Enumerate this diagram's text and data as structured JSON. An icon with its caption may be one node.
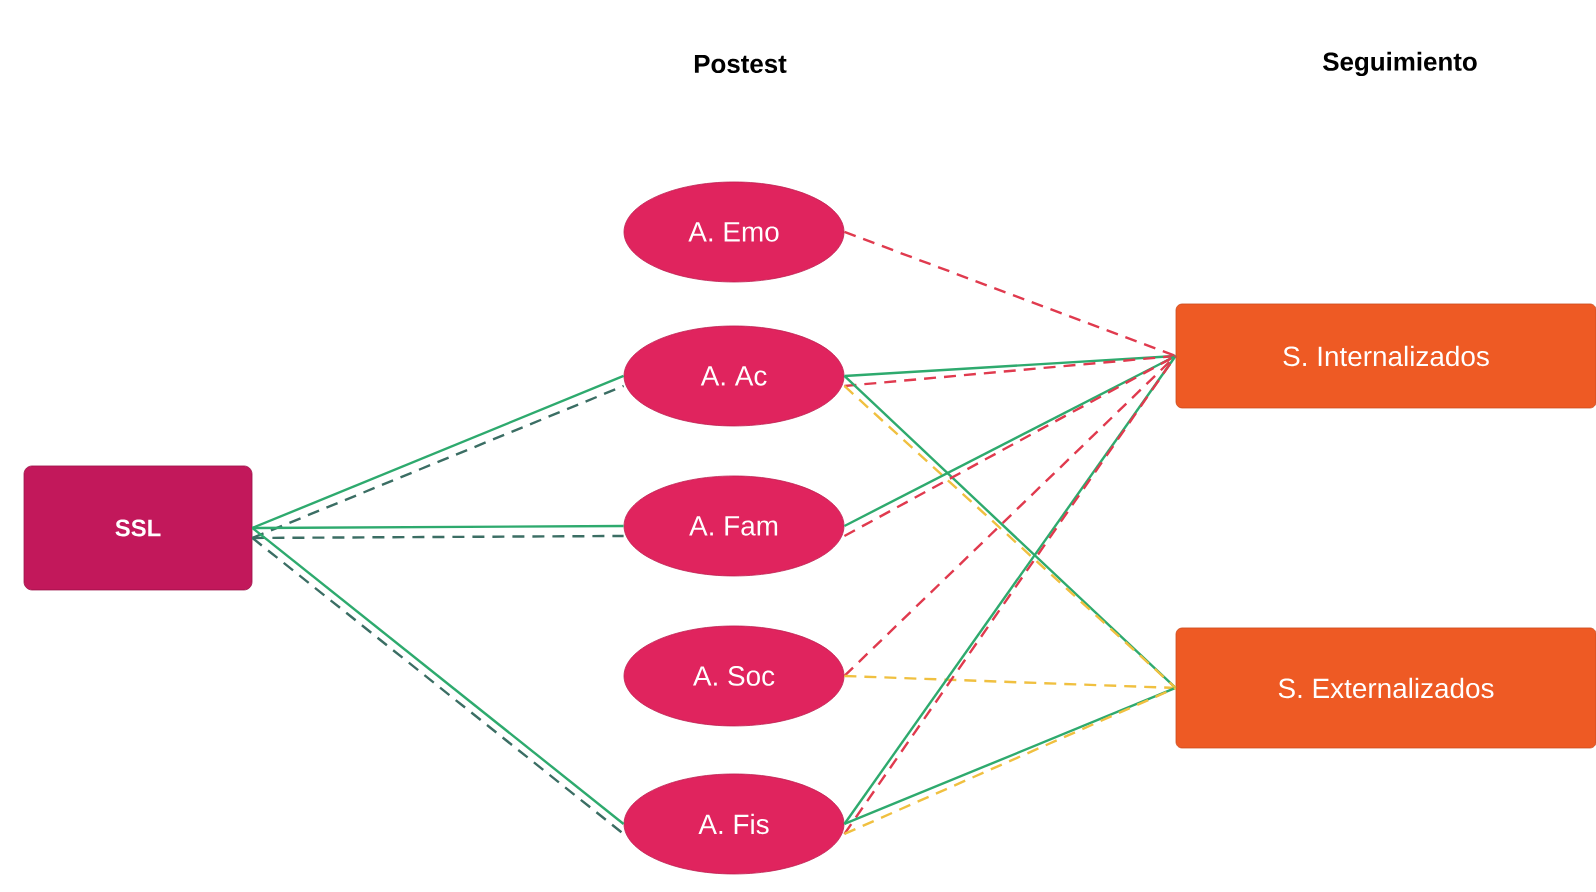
{
  "diagram": {
    "nodes": [
      {
        "text": [
          "SSL"
        ]
      },
      {
        "text": [
          "A. Emo"
        ]
      },
      {
        "text": [
          "A. Ac"
        ]
      },
      {
        "text": [
          "A. Fam"
        ]
      },
      {
        "text": [
          "A. Soc"
        ]
      },
      {
        "text": [
          "A. Fis"
        ]
      },
      {
        "text": [
          "S. Internalizados"
        ]
      },
      {
        "text": [
          "S. Externalizados"
        ]
      }
    ],
    "edges": [
      {
        "from": 0,
        "to": 2,
        "arrow": "none"
      },
      {
        "from": 0,
        "to": 2,
        "arrow": "none",
        "style": "dashed",
        "color": "#3b6e64"
      },
      {
        "from": 0,
        "to": 3,
        "arrow": "none"
      },
      {
        "from": 0,
        "to": 3,
        "arrow": "none",
        "style": "dashed",
        "color": "#3b6e64"
      },
      {
        "from": 0,
        "to": 5,
        "arrow": "none"
      },
      {
        "from": 0,
        "to": 5,
        "arrow": "none",
        "style": "dashed",
        "color": "#3b6e64"
      },
      {
        "from": 1,
        "to": 6,
        "arrow": "none",
        "style": "dashed",
        "color": "#e03a4e"
      },
      {
        "from": 2,
        "to": 6,
        "arrow": "none"
      },
      {
        "from": 2,
        "to": 6,
        "arrow": "none",
        "style": "dashed",
        "color": "#e03a4e"
      },
      {
        "from": 2,
        "to": 7,
        "arrow": "none"
      },
      {
        "from": 2,
        "to": 7,
        "arrow": "none",
        "style": "dashed",
        "color": "#f0c040"
      },
      {
        "from": 3,
        "to": 6,
        "arrow": "none"
      },
      {
        "from": 3,
        "to": 6,
        "arrow": "none",
        "style": "dashed",
        "color": "#e03a4e"
      },
      {
        "from": 4,
        "to": 6,
        "arrow": "none",
        "style": "dashed",
        "color": "#e03a4e"
      },
      {
        "from": 4,
        "to": 7,
        "arrow": "none",
        "style": "dashed",
        "color": "#f0c040"
      },
      {
        "from": 5,
        "to": 6,
        "arrow": "none"
      },
      {
        "from": 5,
        "to": 6,
        "arrow": "none",
        "style": "dashed",
        "color": "#e03a4e"
      },
      {
        "from": 5,
        "to": 7,
        "arrow": "none"
      },
      {
        "from": 5,
        "to": 7,
        "arrow": "none",
        "style": "dashed",
        "color": "#f0c040"
      }
    ],
    "labels": [
      "Postest",
      "Seguimiento"
    ]
  }
}
